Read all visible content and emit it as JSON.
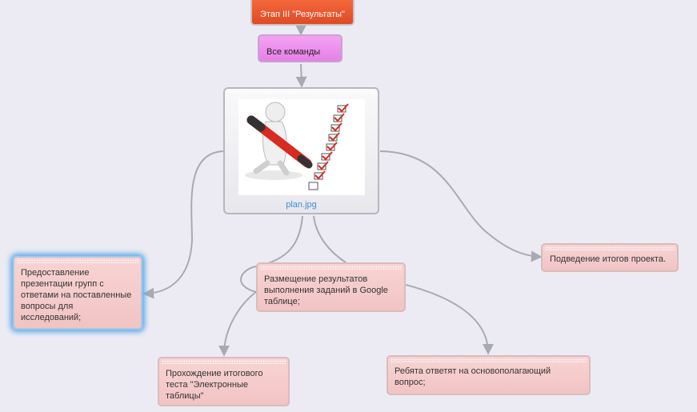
{
  "nodes": {
    "stage": "Этап III \"Результаты\"",
    "teams": "Все команды",
    "image_caption": "plan.jpg",
    "presentation": "Предоставление презентации групп с ответами на поставленные вопросы для исследований;",
    "placement": "Размещение результатов выполнения заданий в Google таблице;",
    "summary": "Подведение итогов проекта.",
    "test": "Прохождение итогового теста \"Электронные таблицы\"",
    "kids": "Ребята ответят на основополагающий вопрос;"
  },
  "colors": {
    "background": "#ecebf4",
    "stage_node": "#ee5a30",
    "teams_node": "#ee91ee",
    "task_node": "#f5cbcb",
    "connector": "#a8aab3",
    "selection_glow": "#58a8e6",
    "caption": "#3f8fcf"
  },
  "image": {
    "icon": "figure-with-pen-checklist"
  }
}
